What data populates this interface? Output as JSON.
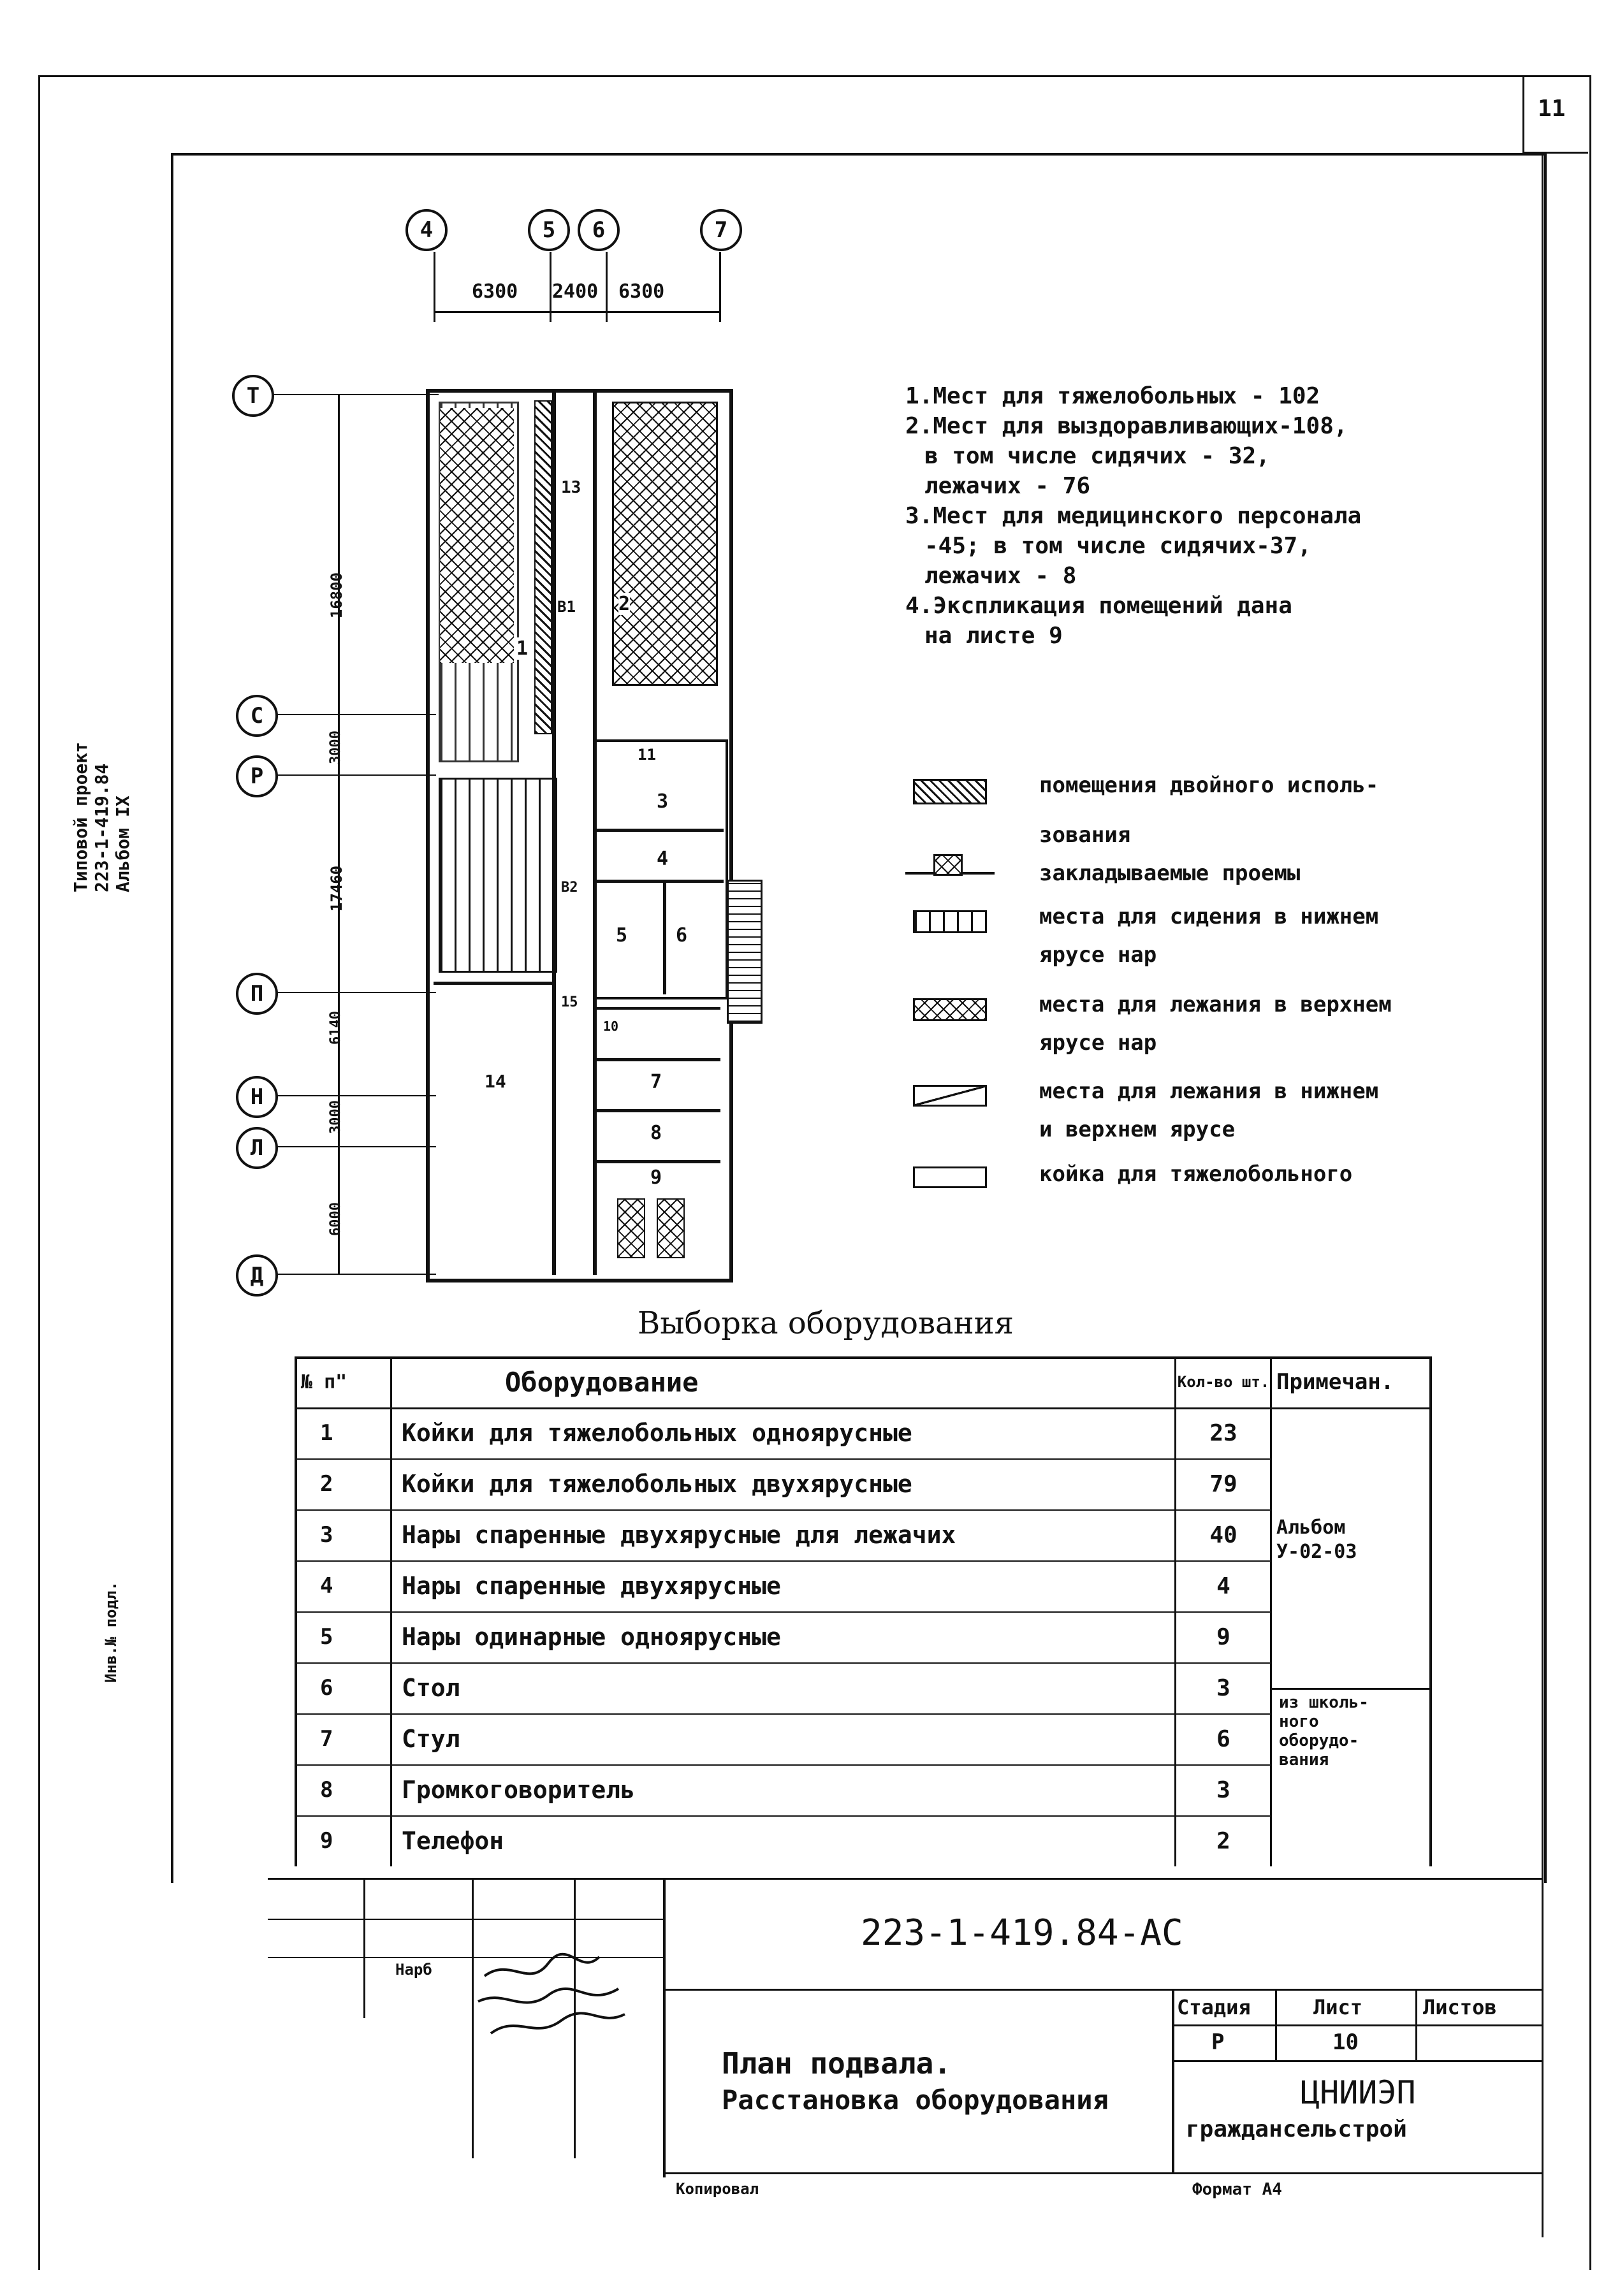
{
  "sheet_corner_number": "11",
  "axes_top": [
    "4",
    "5",
    "6",
    "7"
  ],
  "axes_left": [
    "Т",
    "С",
    "Р",
    "П",
    "Н",
    "Л",
    "Д"
  ],
  "dims_top": [
    "6300",
    "2400",
    "6300"
  ],
  "dims_left": [
    "16800",
    "3000",
    "17460",
    "6140",
    "3000",
    "6000"
  ],
  "room_labels": [
    "13",
    "2",
    "1",
    "В1",
    "11",
    "3",
    "4",
    "В2",
    "5",
    "6",
    "15",
    "14",
    "10",
    "7",
    "8",
    "9"
  ],
  "notes": [
    "1.Мест для тяжелобольных - 102",
    "2.Мест для выздоравливающих-108,",
    "в том числе сидячих - 32,",
    "лежачих - 76",
    "3.Мест для медицинского персонала",
    "-45; в том числе сидячих-37,",
    "лежачих - 8",
    "4.Экспликация помещений дана",
    "на листе 9"
  ],
  "legend": [
    {
      "icon": "double-use-hatch-icon",
      "text": [
        "помещения двойного исполь-",
        "зования"
      ]
    },
    {
      "icon": "sealed-opening-icon",
      "text": [
        "закладываемые проемы"
      ]
    },
    {
      "icon": "seating-bunk-lower-icon",
      "text": [
        "места для сидения в нижнем",
        "ярусе нар"
      ]
    },
    {
      "icon": "lying-bunk-upper-icon",
      "text": [
        "места для лежания в верхнем",
        "ярусе нар"
      ]
    },
    {
      "icon": "lying-bunk-both-icon",
      "text": [
        "места для лежания в нижнем",
        "и верхнем ярусе"
      ]
    },
    {
      "icon": "bed-icon",
      "text": [
        "койка для тяжелобольного"
      ]
    }
  ],
  "equipment": {
    "title": "Выборка оборудования",
    "headers": [
      "№ п\"",
      "Оборудование",
      "Кол-во шт.",
      "Примечан."
    ],
    "rows": [
      {
        "n": "1",
        "name": "Койки для тяжелобольных одноярусные",
        "qty": "23"
      },
      {
        "n": "2",
        "name": "Койки для тяжелобольных двухярусные",
        "qty": "79"
      },
      {
        "n": "3",
        "name": "Нары спаренные двухярусные для лежачих",
        "qty": "40"
      },
      {
        "n": "4",
        "name": "Нары спаренные двухярусные",
        "qty": "4"
      },
      {
        "n": "5",
        "name": "Нары одинарные одноярусные",
        "qty": "9"
      },
      {
        "n": "6",
        "name": "Стол",
        "qty": "3"
      },
      {
        "n": "7",
        "name": "Стул",
        "qty": "6"
      },
      {
        "n": "8",
        "name": "Громкоговоритель",
        "qty": "3"
      },
      {
        "n": "9",
        "name": "Телефон",
        "qty": "2"
      }
    ],
    "note_a": [
      "Альбом",
      "У-02-03"
    ],
    "note_b": [
      "из школь-",
      "ного",
      "оборудо-",
      "вания"
    ]
  },
  "side_stamp": [
    "Типовой проект",
    "223-1-419.84",
    "Альбом IX"
  ],
  "side_stamp_2": "Инв.№ подл.",
  "title_block": {
    "code": "223-1-419.84-АС",
    "title_line1": "План подвала.",
    "title_line2": "Расстановка оборудования",
    "stage_h": "Стадия",
    "sheet_h": "Лист",
    "sheets_h": "Листов",
    "stage": "Р",
    "sheet": "10",
    "org1": "ЦНИИЭП",
    "org2": "граждансельстрой",
    "signer_role": "Нарб",
    "copied": "Копировал",
    "format": "Формат А4"
  }
}
